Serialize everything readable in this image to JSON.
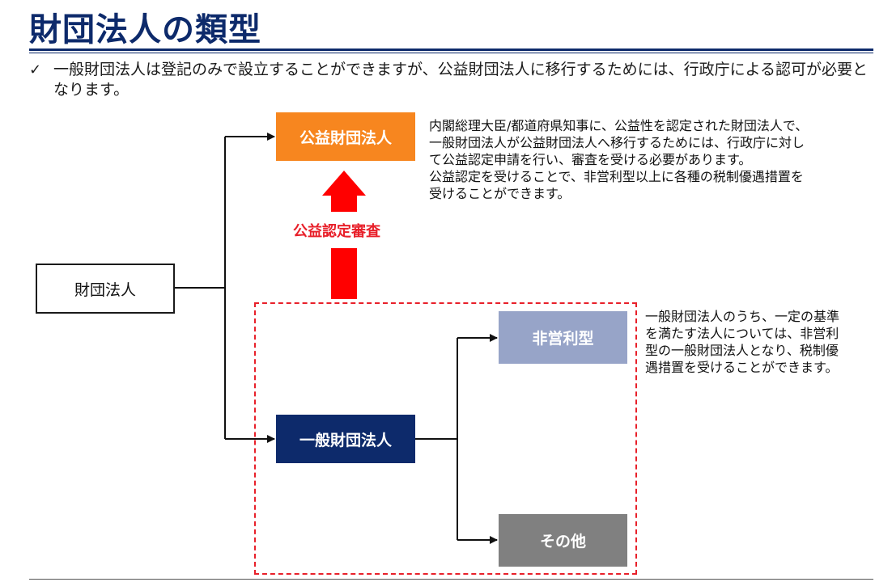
{
  "title": "財団法人の類型",
  "bullet": {
    "icon": "check-icon",
    "text": "一般財団法人は登記のみで設立することができますが、公益財団法人に移行するためには、行政庁による認可が必要となります。"
  },
  "nodes": {
    "root": "財団法人",
    "public": "公益財団法人",
    "general": "一般財団法人",
    "nonprofit": "非営利型",
    "other": "その他"
  },
  "review_label": "公益認定審査",
  "public_description": [
    "内閣総理大臣/都道府県知事に、公益性を認定された財団法人で、",
    "一般財団法人が公益財団法人へ移行するためには、行政庁に対し",
    "て公益認定申請を行い、審査を受ける必要があります。",
    "公益認定を受けることで、非営利型以上に各種の税制優遇措置を",
    "受けることができます。"
  ],
  "nonprofit_description": [
    "一般財団法人のうち、一定の基準",
    "を満たす法人については、非営利",
    "型の一般財団法人となり、税制優",
    "遇措置を受けることができます。"
  ],
  "colors": {
    "title": "#0d2a6b",
    "public": "#f7861f",
    "general": "#0d2a6b",
    "nonprofit": "#97a4c8",
    "other": "#808080",
    "accent_red": "#e8202a"
  }
}
